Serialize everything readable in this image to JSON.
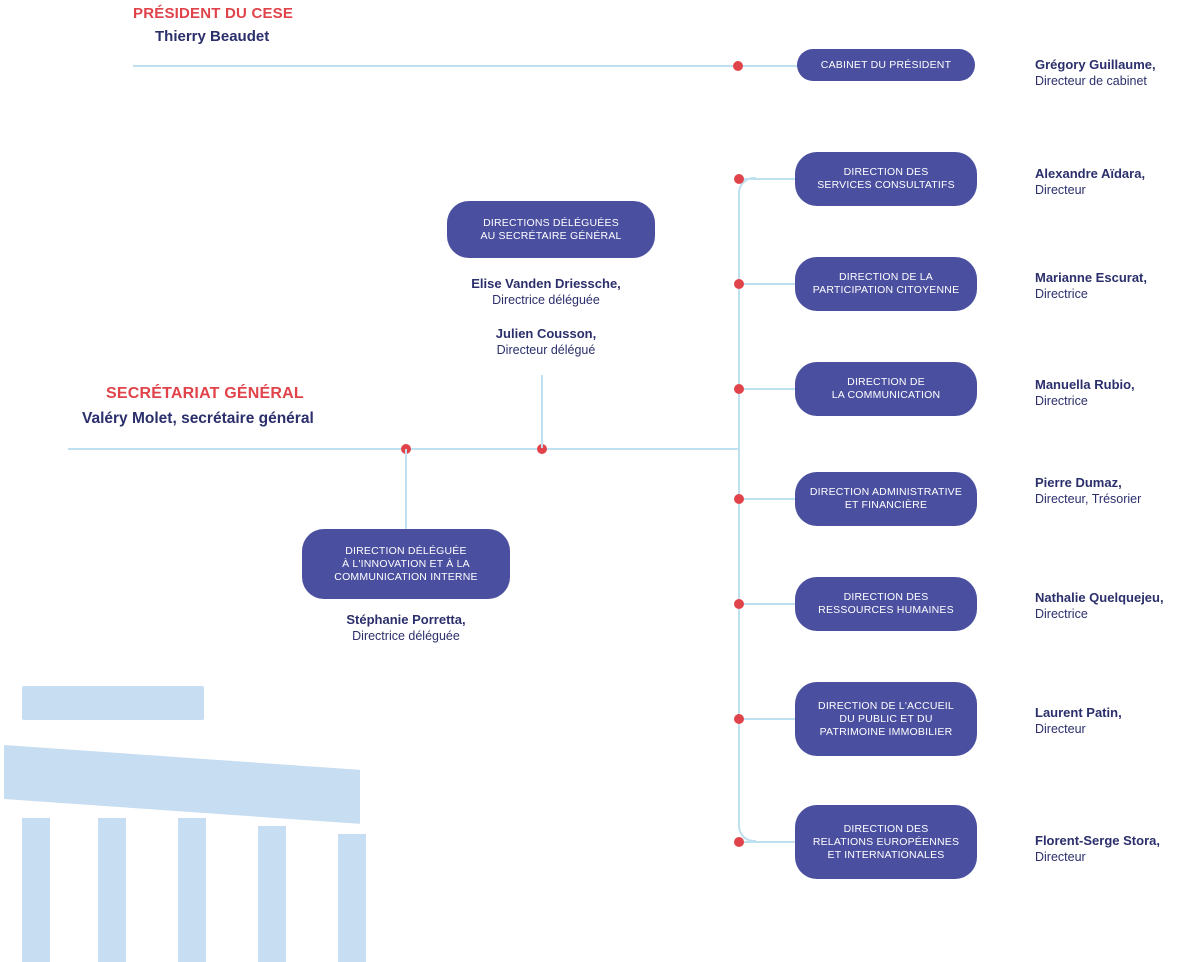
{
  "president": {
    "title": "PRÉSIDENT DU CESE",
    "name": "Thierry Beaudet"
  },
  "cabinet": {
    "label": "CABINET DU PRÉSIDENT",
    "person_name": "Grégory Guillaume,",
    "person_role": "Directeur de cabinet"
  },
  "secretariat": {
    "title": "SECRÉTARIAT GÉNÉRAL",
    "name": "Valéry Molet, secrétaire général"
  },
  "delegated": {
    "label": "DIRECTIONS DÉLÉGUÉES\nAU SECRÉTAIRE GÉNÉRAL",
    "people": [
      {
        "name": "Elise Vanden Driessche,",
        "role": "Directrice déléguée"
      },
      {
        "name": "Julien Cousson,",
        "role": "Directeur délégué"
      }
    ]
  },
  "innovation": {
    "label": "DIRECTION DÉLÉGUÉE\nÀ L'INNOVATION ET À LA\nCOMMUNICATION INTERNE",
    "person_name": "Stéphanie Porretta,",
    "person_role": "Directrice déléguée"
  },
  "directions": [
    {
      "label": "DIRECTION DES\nSERVICES CONSULTATIFS",
      "person_name": "Alexandre Aïdara,",
      "person_role": "Directeur"
    },
    {
      "label": "DIRECTION DE LA\nPARTICIPATION CITOYENNE",
      "person_name": "Marianne Escurat,",
      "person_role": "Directrice"
    },
    {
      "label": "DIRECTION DE\nLA COMMUNICATION",
      "person_name": "Manuella Rubio,",
      "person_role": "Directrice"
    },
    {
      "label": "DIRECTION ADMINISTRATIVE\nET FINANCIÈRE",
      "person_name": "Pierre Dumaz,",
      "person_role": "Directeur, Trésorier"
    },
    {
      "label": "DIRECTION DES\nRESSOURCES HUMAINES",
      "person_name": "Nathalie Quelquejeu,",
      "person_role": "Directrice"
    },
    {
      "label": "DIRECTION DE L'ACCUEIL\nDU PUBLIC ET DU\nPATRIMOINE IMMOBILIER",
      "person_name": "Laurent Patin,",
      "person_role": "Directeur"
    },
    {
      "label": "DIRECTION DES\nRELATIONS EUROPÉENNES\nET INTERNATIONALES",
      "person_name": "Florent-Serge Stora,",
      "person_role": "Directeur"
    }
  ],
  "colors": {
    "accent_red": "#e1434a",
    "navy": "#2b2f6b",
    "pill": "#4a4fa0",
    "connector": "#bfe0ef",
    "decoration": "#c7ddf1"
  }
}
